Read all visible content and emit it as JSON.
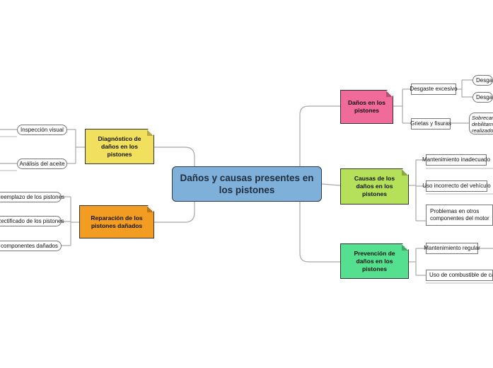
{
  "central": "Daños y causas presentes en los pistones",
  "topics": {
    "danos": {
      "label": "Daños en los pistones",
      "color": "#f06a9a",
      "items": {
        "desgaste": "Desgaste excesivo",
        "desgaste_a": "Desgas",
        "desgaste_b": "Desgas",
        "grietas": "Grietas y fisuras",
        "grietas_note": "Sobrecar\ndebilitam\nrealizado"
      }
    },
    "causas": {
      "label": "Causas de los daños en los pistones",
      "color": "#b4e05a",
      "items": [
        "Mantenimiento inadecuado",
        "Uso incorrecto del vehículo",
        "Problemas en otros componentes del motor"
      ]
    },
    "prevencion": {
      "label": "Prevención de daños en los pistones",
      "color": "#54e08e",
      "items": [
        "Mantenimiento regular",
        "Uso de combustible de calidad"
      ]
    },
    "diagnostico": {
      "label": "Diagnóstico de daños en los pistones",
      "color": "#f0e05e",
      "items": [
        "Inspección visual",
        "Análisis del aceite"
      ]
    },
    "reparacion": {
      "label": "Reparación de los pistones dañados",
      "color": "#f29c22",
      "items": [
        "Reemplazo de los pistones",
        "Rectificado de los pistones",
        "otros componentes dañados"
      ]
    }
  }
}
